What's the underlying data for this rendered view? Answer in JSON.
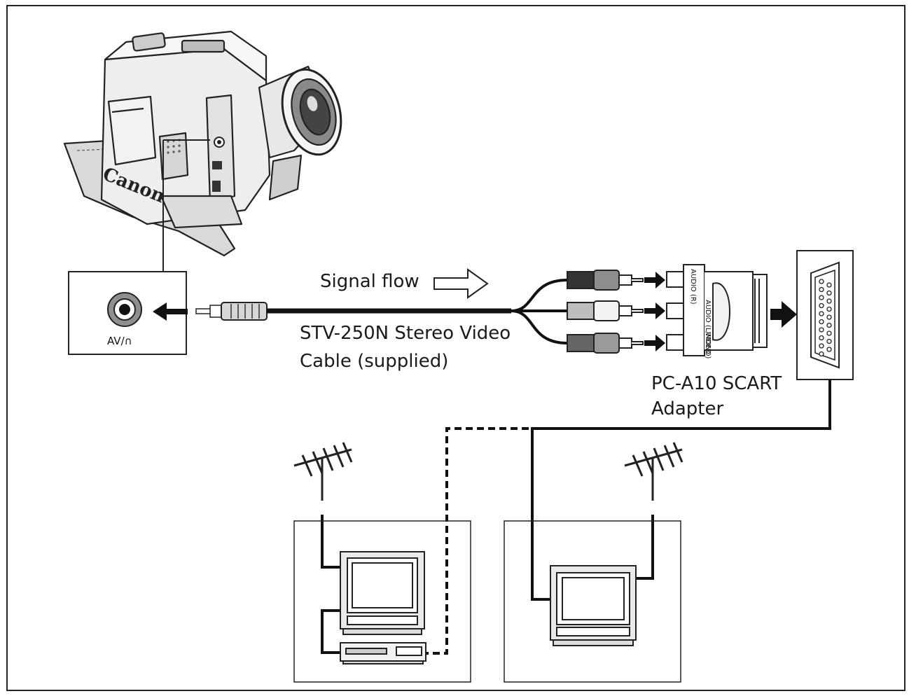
{
  "labels": {
    "signal_flow": "Signal flow",
    "cable_line1": "STV-250N Stereo Video",
    "cable_line2": "Cable (supplied)",
    "adapter_line1": "PC-A10 SCART",
    "adapter_line2": "Adapter",
    "jack": "AV/∩",
    "brand": "Canon",
    "adapter_ports": [
      "AUDIO (R)",
      "AUDIO (L/MONO)",
      "VIDEO"
    ]
  }
}
